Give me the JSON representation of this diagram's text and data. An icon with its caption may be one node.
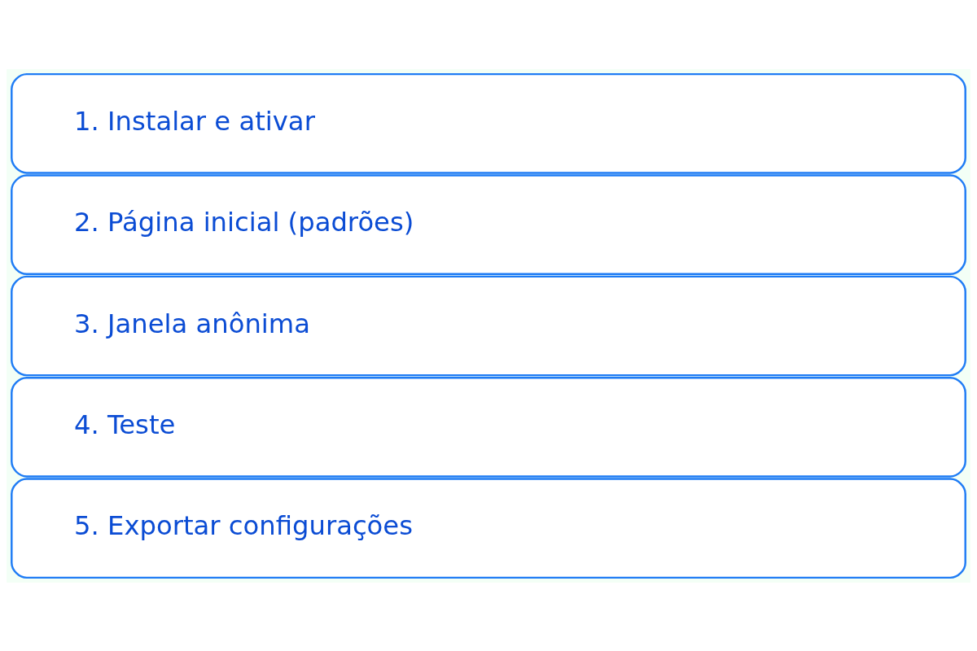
{
  "diagram": {
    "nodes": [
      {
        "text": [
          "1. Instalar e ativar"
        ]
      },
      {
        "text": [
          "2. Página inicial (padrões)"
        ]
      },
      {
        "text": [
          "3. Janela anônima"
        ]
      },
      {
        "text": [
          "4. Teste"
        ]
      },
      {
        "text": [
          "5. Exportar configurações"
        ]
      }
    ],
    "edges": []
  }
}
